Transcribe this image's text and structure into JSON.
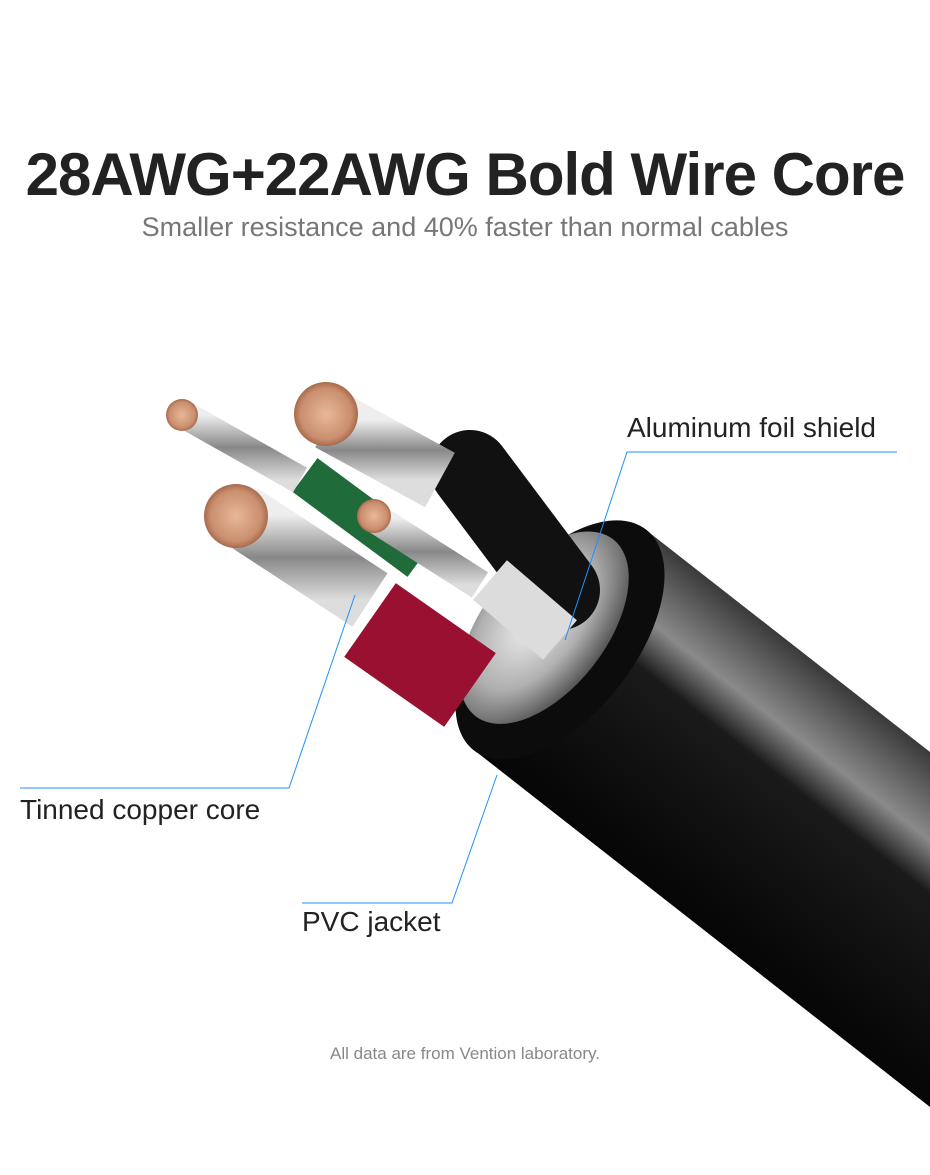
{
  "header": {
    "title": "28AWG+22AWG Bold Wire Core",
    "subtitle": "Smaller resistance and 40% faster than normal cables"
  },
  "callouts": {
    "shield": "Aluminum foil shield",
    "core": "Tinned copper core",
    "jacket": "PVC jacket"
  },
  "footnote": "All data are from Vention laboratory.",
  "colors": {
    "callout_line": "#1e90ff",
    "jacket": "#151515",
    "green_wire": "#1f6b3a",
    "red_wire": "#9a1030",
    "white_wire": "#dcdcdc",
    "copper": "#d9a587"
  }
}
